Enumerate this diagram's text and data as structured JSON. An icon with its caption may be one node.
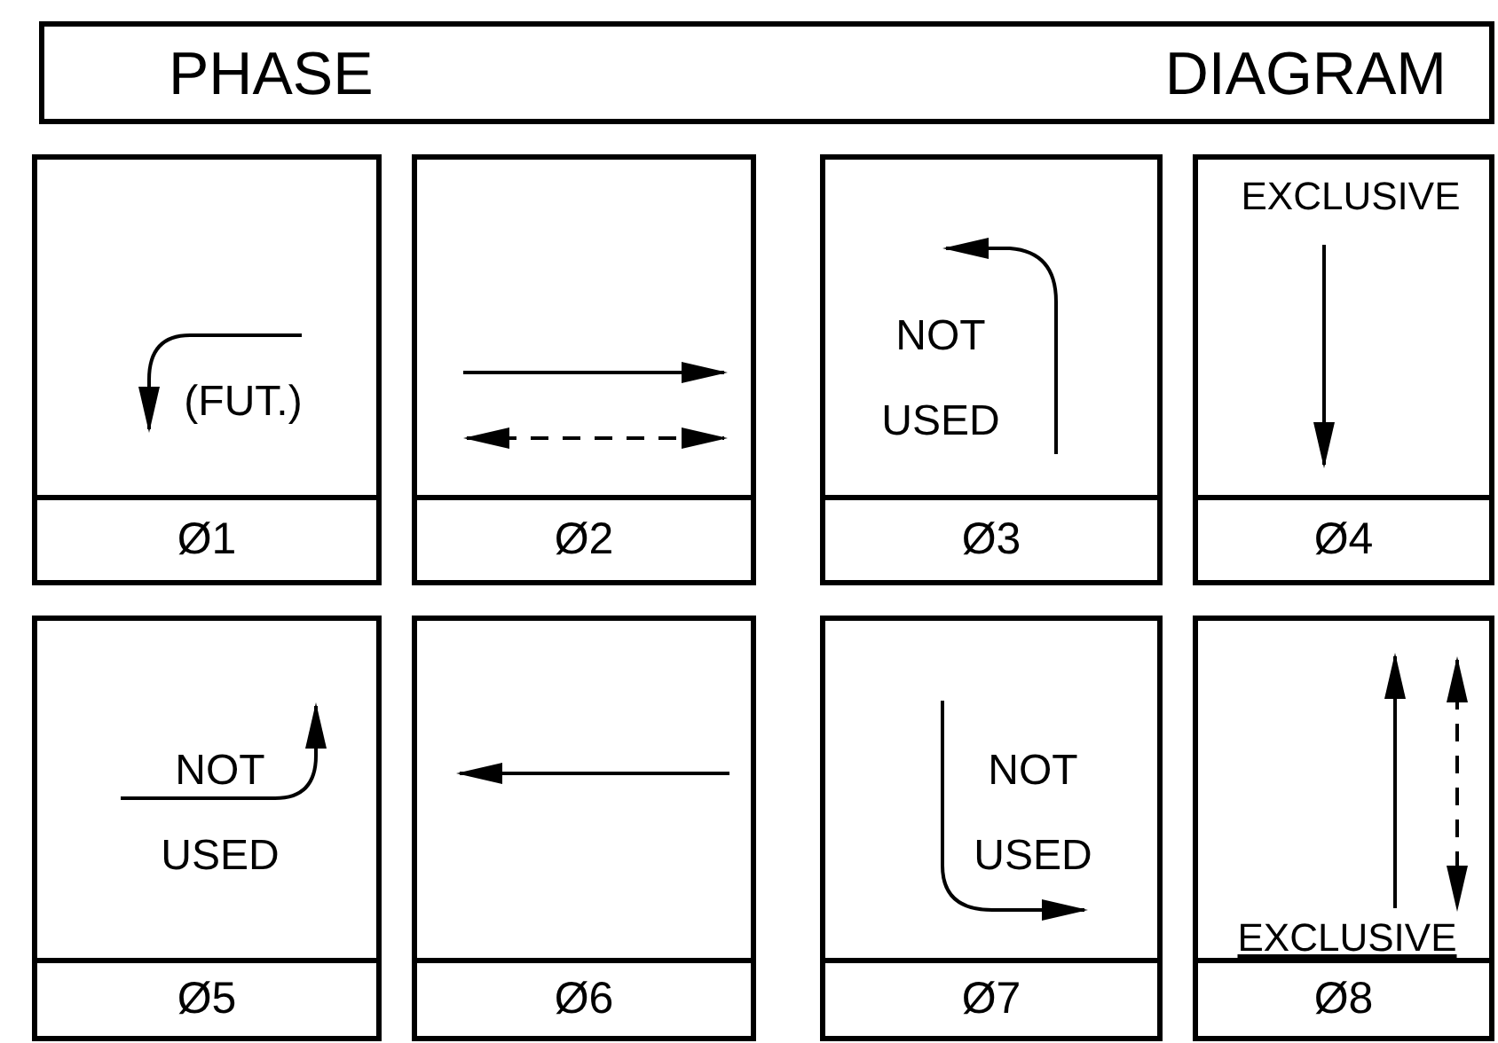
{
  "diagram": {
    "nodes": [
      {
        "text": [
          "PHASE",
          "DIAGRAM"
        ]
      },
      {
        "text": [
          "(FUT.)",
          "Ø1"
        ]
      },
      {
        "text": [
          "Ø2"
        ]
      },
      {
        "text": [
          "NOT USED",
          "Ø3"
        ]
      },
      {
        "text": [
          "EXCLUSIVE",
          "Ø4"
        ]
      },
      {
        "text": [
          "NOT USED",
          "Ø5"
        ]
      },
      {
        "text": [
          "Ø6"
        ]
      },
      {
        "text": [
          "NOT USED",
          "Ø7"
        ]
      },
      {
        "text": [
          "EXCLUSIVE",
          "Ø8"
        ]
      }
    ]
  }
}
